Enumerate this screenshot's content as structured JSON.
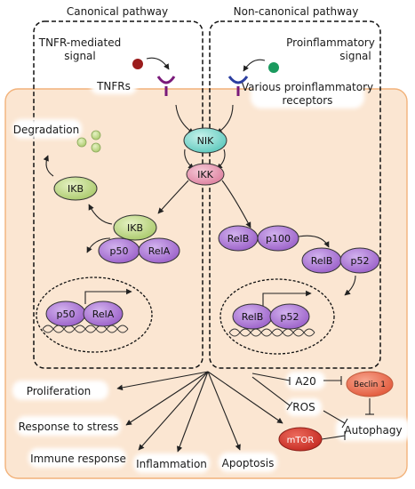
{
  "pathways": {
    "canonical": "Canonical pathway",
    "non_canonical": "Non-canonical pathway"
  },
  "signals": {
    "tnfr_line1": "TNFR-mediated",
    "tnfr_line2": "signal",
    "proinflammatory_line1": "Proinflammatory",
    "proinflammatory_line2": "signal"
  },
  "receptors": {
    "tnfrs": "TNFRs",
    "various_line1": "Various proinflammatory",
    "various_line2": "receptors"
  },
  "degradation": "Degradation",
  "nodes": {
    "nik": "NIK",
    "ikk": "IKK",
    "ikb_free": "IKB",
    "ikb_bound": "IKB",
    "p50": "p50",
    "rela": "RelA",
    "relb_1": "RelB",
    "p100": "p100",
    "relb_2": "RelB",
    "p52": "p52",
    "nucleus_p50": "p50",
    "nucleus_rela": "RelA",
    "nucleus_relb": "RelB",
    "nucleus_p52": "p52",
    "a20": "A20",
    "beclin1": "Beclin 1",
    "ros": "ROS",
    "mtor": "mTOR",
    "autophagy": "Autophagy"
  },
  "outcomes": {
    "proliferation": "Proliferation",
    "stress": "Response to stress",
    "immune": "Immune response",
    "inflammation": "Inflammation",
    "apoptosis": "Apoptosis"
  },
  "colors": {
    "cell_fill": "#fbe6d2",
    "cell_border": "#f2b27a",
    "purple": "#a66fd0",
    "green": "#c3dc8a",
    "teal": "#7fd9cf",
    "pink": "#e89ab2",
    "red_node": "#e86b4c",
    "mtor": "#d63b31",
    "ligand_red": "#9b1c1c",
    "ligand_green": "#1a9a5e",
    "receptor": "#7a1a7a"
  }
}
